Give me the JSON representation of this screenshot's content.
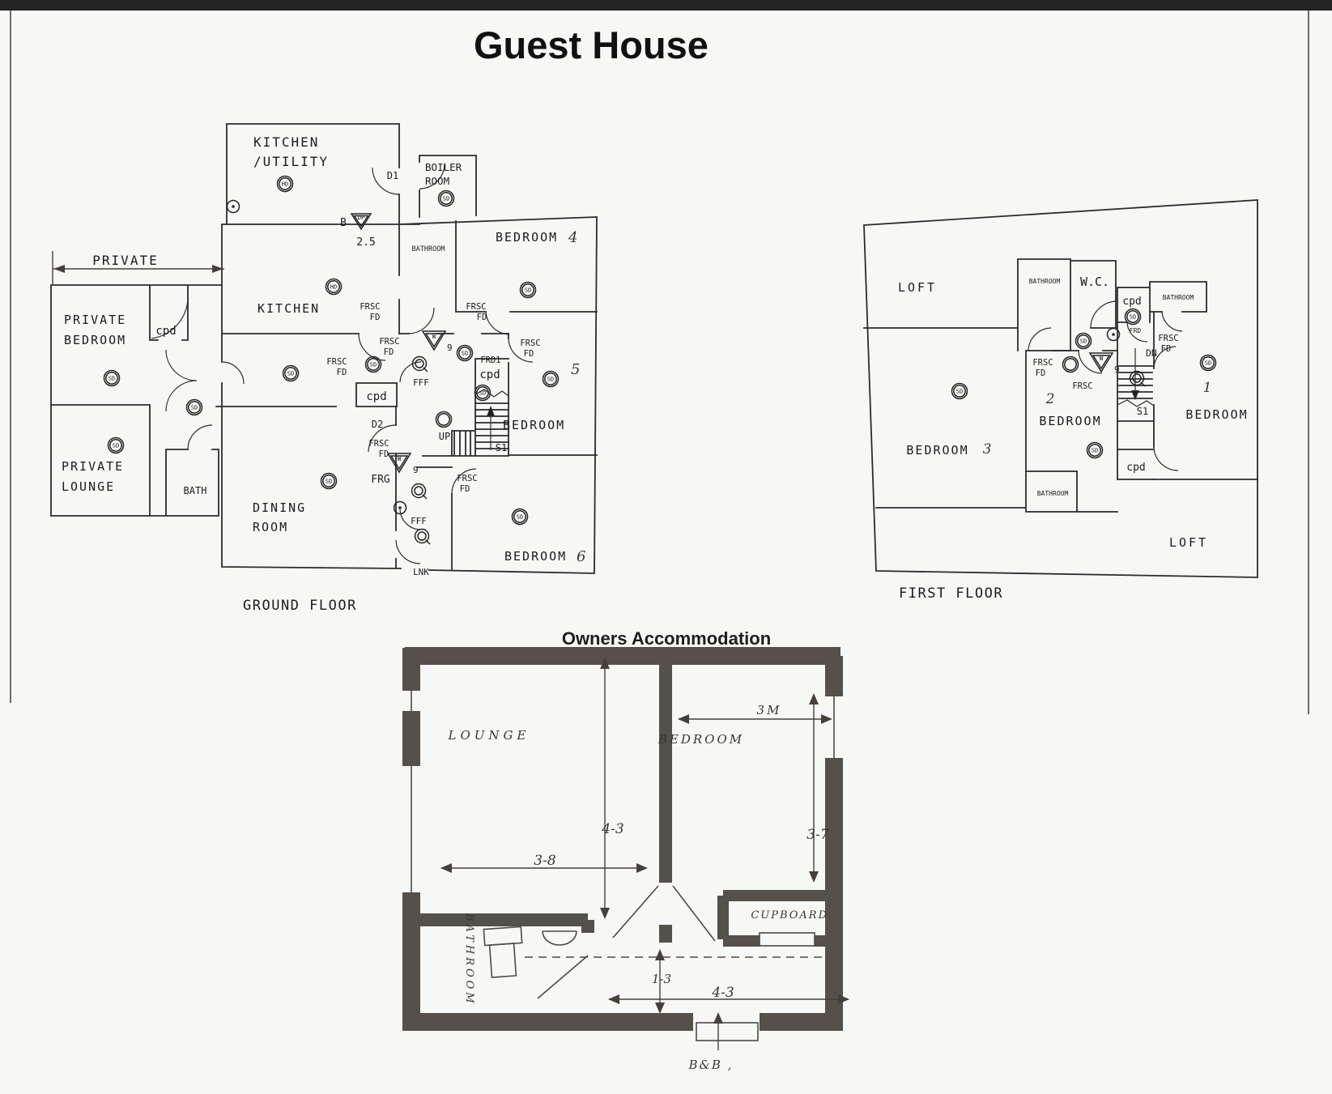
{
  "title": "Guest House",
  "captions": {
    "ground": "GROUND FLOOR",
    "first": "FIRST FLOOR",
    "owners": "Owners Accommodation",
    "bnb": "B&B ,"
  },
  "sym": {
    "sd": "SD",
    "hd": "HD",
    "w": "W",
    "nine": "9",
    "dp": "DP",
    "b": "B",
    "bheight": "2.5",
    "up": "UP",
    "dn": "DN",
    "s1": "S1",
    "frsc": "FRSC",
    "fd": "FD",
    "fff": "FFF",
    "frg": "FRG",
    "frd1": "FRD1",
    "frd": "FRD",
    "cpd": "cpd",
    "lnk": "LNK",
    "d1": "D1",
    "d2": "D2"
  },
  "ground": {
    "private_dim": "PRIVATE",
    "private1": "PRIVATE",
    "private2": "BEDROOM",
    "lounge1": "PRIVATE",
    "lounge2": "LOUNGE",
    "bath": "BATH",
    "ku1": "KITCHEN",
    "ku2": "/UTILITY",
    "boiler1": "BOILER",
    "boiler2": "ROOM",
    "bathroom": "BATHROOM",
    "kitchen": "KITCHEN",
    "bedroom": "BEDROOM",
    "dining1": "DINING",
    "dining2": "ROOM",
    "n4": "4",
    "n5": "5",
    "n6": "6"
  },
  "first": {
    "loft": "LOFT",
    "wc": "W.C.",
    "bathroom": "BATHROOM",
    "bedroom": "BEDROOM",
    "n1": "1",
    "n2": "2",
    "n3": "3"
  },
  "owners": {
    "lounge": "LOUNGE",
    "bedroom": "BEDROOM",
    "bathroom": "BATHROOM",
    "cupboard": "CUPBOARD.",
    "d43v": "4-3",
    "d38": "3-8",
    "d3m": "3M",
    "d37": "3-7",
    "d13": "1-3",
    "d43h": "4-3"
  }
}
